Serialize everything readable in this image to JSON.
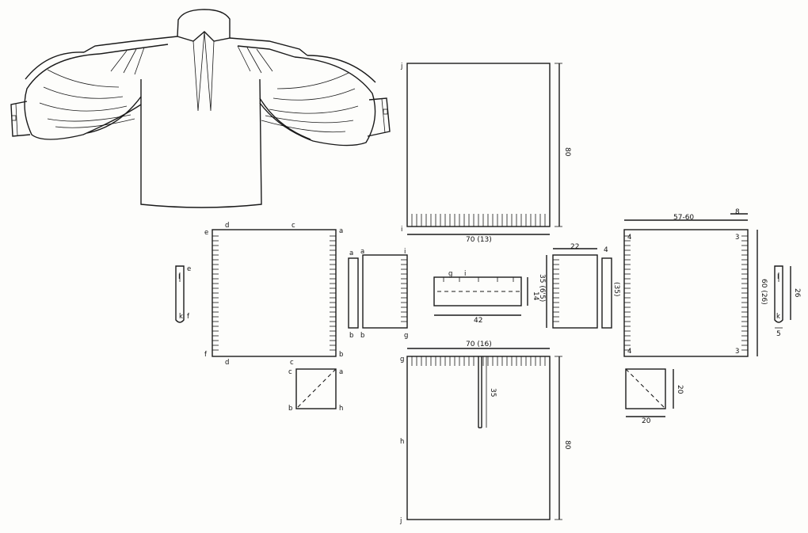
{
  "diagram": {
    "sleeve_panel": {
      "dim_width": "57-60",
      "dim_side": "60 (26)",
      "dim_cuff_gap": "8",
      "label_top_left": "4",
      "label_top_right": "3",
      "label_bottom_left": "4",
      "label_bottom_right": "3"
    },
    "sleeve_panel_left": {
      "corner_tl": "e",
      "top_mid_1": "d",
      "top_mid_2": "c",
      "corner_tr": "a",
      "corner_bl": "f",
      "bottom_mid_1": "d",
      "bottom_mid_2": "c",
      "corner_br": "b"
    },
    "back_panel": {
      "corner_top": "j",
      "corner_bottom": "i",
      "dim_height": "80",
      "dim_width": "70 (13)"
    },
    "front_panel": {
      "corner_top": "g",
      "mid_left": "h",
      "corner_bottom": "j",
      "dim_width": "70 (16)",
      "dim_slit": "35",
      "dim_height": "80"
    },
    "collar": {
      "label_g": "g",
      "label_i": "i",
      "dim_height": "14",
      "dim_width": "42"
    },
    "shoulder_strip_left": {
      "top": "a",
      "bottom": "b"
    },
    "shoulder_panel_left": {
      "top_left": "a",
      "top_right": "i",
      "bottom_left": "b",
      "bottom_right": "g"
    },
    "shoulder_panel_right": {
      "dim_width": "22",
      "dim_height": "35 (6'5)",
      "dim_strip": "4",
      "dim_strip_height": "(35)"
    },
    "gusset_left": {
      "top_left": "c",
      "top_right": "a",
      "bottom_left": "b",
      "bottom_right": "h"
    },
    "gusset_right": {
      "dim_height": "20",
      "dim_width": "20"
    },
    "cuff_left": {
      "top": "e",
      "mid": "I",
      "bottom_k": "k",
      "bottom_f": "f"
    },
    "cuff_right": {
      "mid": "I",
      "bottom": "k",
      "dim_height": "26",
      "dim_width": "5"
    }
  }
}
